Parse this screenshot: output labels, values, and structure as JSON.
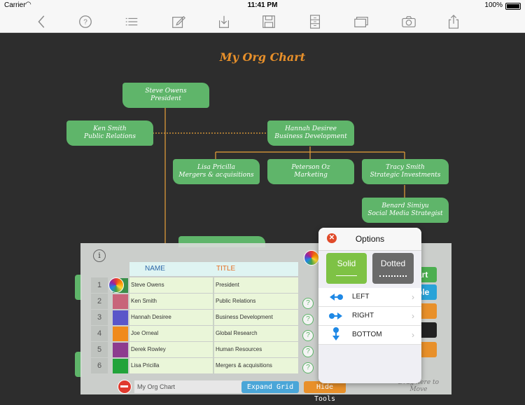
{
  "status_bar": {
    "carrier": "Carrier",
    "time": "11:41 PM",
    "battery": "100%"
  },
  "toolbar": {
    "icons": [
      "back-icon",
      "help-icon",
      "list-icon",
      "edit-icon",
      "download-icon",
      "save-icon",
      "cabinet-icon",
      "windows-icon",
      "camera-icon",
      "share-icon"
    ]
  },
  "chart": {
    "title": "My Org Chart",
    "nodes": [
      {
        "name": "Steve Owens",
        "title": "President"
      },
      {
        "name": "Ken Smith",
        "title": "Public Relations"
      },
      {
        "name": "Hannah Desiree",
        "title": "Business Development"
      },
      {
        "name": "Lisa Pricilla",
        "title": "Mergers & acquisitions"
      },
      {
        "name": "Peterson Oz",
        "title": "Marketing"
      },
      {
        "name": "Tracy Smith",
        "title": "Strategic Investments"
      },
      {
        "name": "Benard Simiyu",
        "title": "Social Media Strategist"
      }
    ]
  },
  "grid": {
    "header_name": "NAME",
    "header_title": "TITLE",
    "rows": [
      {
        "num": "1",
        "name": "Steve Owens",
        "title": "President",
        "color": "#3a8f4a"
      },
      {
        "num": "2",
        "name": "Ken Smith",
        "title": "Public Relations",
        "color": "#c8647a"
      },
      {
        "num": "3",
        "name": "Hannah Desiree",
        "title": "Business Development",
        "color": "#5a56c9"
      },
      {
        "num": "4",
        "name": "Joe Orneal",
        "title": "Global Research",
        "color": "#f08a1c"
      },
      {
        "num": "5",
        "name": "Derek Rowley",
        "title": "Human Resources",
        "color": "#8d3b8f"
      },
      {
        "num": "6",
        "name": "Lisa Pricilla",
        "title": "Mergers & acquisitions",
        "color": "#22a33a"
      }
    ]
  },
  "bottom": {
    "chart_name": "My Org Chart",
    "expand_label": "Expand Grid",
    "hide_label": "Hide Tools",
    "drag_hint": "Drag here to Move"
  },
  "side_buttons": [
    {
      "label": "art",
      "color": "#4caf50"
    },
    {
      "label": "ple",
      "color": "#29a3d8"
    },
    {
      "label": "",
      "color": "#e8902a"
    },
    {
      "label": "r",
      "color": "#222222"
    },
    {
      "label": "",
      "color": "#e8902a"
    }
  ],
  "options": {
    "title": "Options",
    "solid_label": "Solid",
    "dotted_label": "Dotted",
    "items": [
      {
        "label": "LEFT",
        "icon": "arrow-left-icon"
      },
      {
        "label": "RIGHT",
        "icon": "arrow-right-icon"
      },
      {
        "label": "BOTTOM",
        "icon": "arrow-down-icon"
      }
    ]
  },
  "colors": {
    "node_green": "#5fb56a",
    "title_orange": "#e8902a",
    "line_orange": "#e8a13a",
    "background": "#2d2d2d"
  }
}
